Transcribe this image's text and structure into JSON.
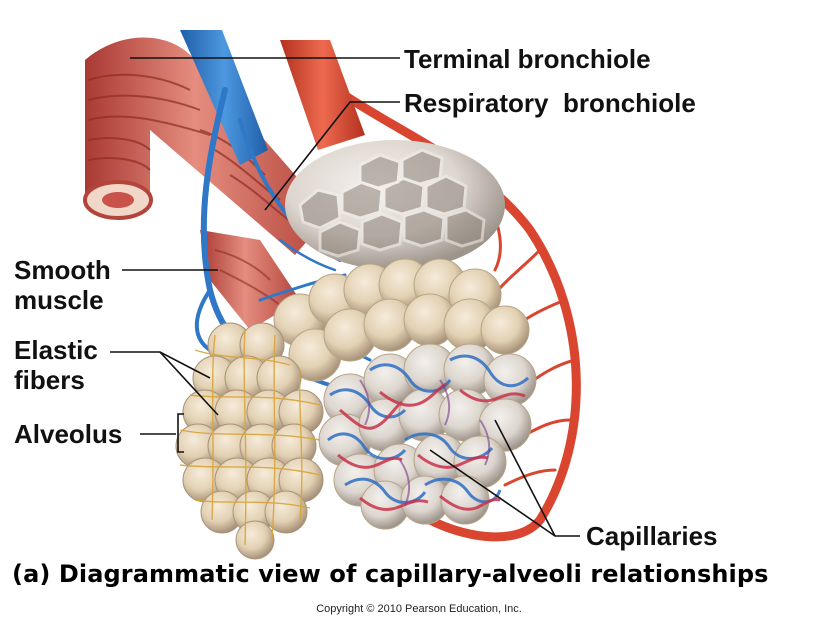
{
  "labels": {
    "terminal_bronchiole": "Terminal bronchiole",
    "respiratory_bronchiole": "Respiratory  bronchiole",
    "smooth_muscle_line1": "Smooth",
    "smooth_muscle_line2": "muscle",
    "elastic_fibers_line1": "Elastic",
    "elastic_fibers_line2": "fibers",
    "alveolus": "Alveolus",
    "capillaries": "Capillaries"
  },
  "caption": "(a) Diagrammatic view of capillary-alveoli relationships",
  "copyright": "Copyright © 2010 Pearson Education, Inc.",
  "colors": {
    "muscle": "#c9524a",
    "muscle_light": "#e49a8c",
    "vein": "#2f78c8",
    "artery": "#d9452f",
    "alveolus": "#e4d2b4",
    "alveolus_shadow": "#b7a486",
    "elastic_fiber": "#d9a43a",
    "leader_line": "#111111"
  }
}
